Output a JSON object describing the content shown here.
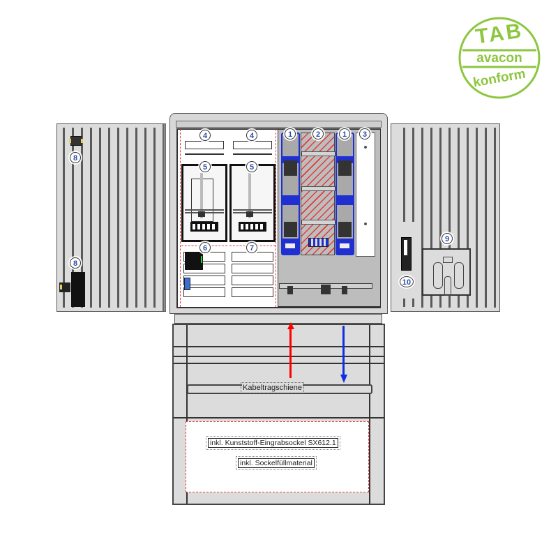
{
  "certification_seal": {
    "top": "TAB",
    "middle": "avacon",
    "bottom": "konform",
    "color": "#8dc63f"
  },
  "cabinet": {
    "compartments": [
      {
        "id": "4a",
        "number": "4",
        "type": "blank-cover"
      },
      {
        "id": "4b",
        "number": "4",
        "type": "blank-cover"
      },
      {
        "id": "5a",
        "number": "5",
        "type": "meter-field"
      },
      {
        "id": "5b",
        "number": "5",
        "type": "meter-field"
      },
      {
        "id": "6",
        "number": "6",
        "type": "distribution-field"
      },
      {
        "id": "7",
        "number": "7",
        "type": "distribution-field"
      },
      {
        "id": "1a",
        "number": "1",
        "type": "nh-fuse-strip"
      },
      {
        "id": "2",
        "number": "2",
        "type": "reserved-field-hatched"
      },
      {
        "id": "1b",
        "number": "1",
        "type": "nh-fuse-strip"
      },
      {
        "id": "3",
        "number": "3",
        "type": "cover-plate"
      }
    ],
    "left_door": {
      "badges": [
        "8",
        "8"
      ]
    },
    "right_door": {
      "badges": [
        "9",
        "10"
      ]
    },
    "colors": {
      "fuse_blue": "#1f2fd0",
      "hatch_red": "#e33a3a",
      "arrow_up": "#ff0000",
      "arrow_down": "#1030e0",
      "body_grey": "#dcdcdc"
    }
  },
  "base": {
    "cable_rail_label": "Kabeltragschiene",
    "socket_label": "inkl. Kunststoff-Eingrabsockel SX612.1",
    "fill_label": "inkl. Sockelfüllmaterial"
  }
}
